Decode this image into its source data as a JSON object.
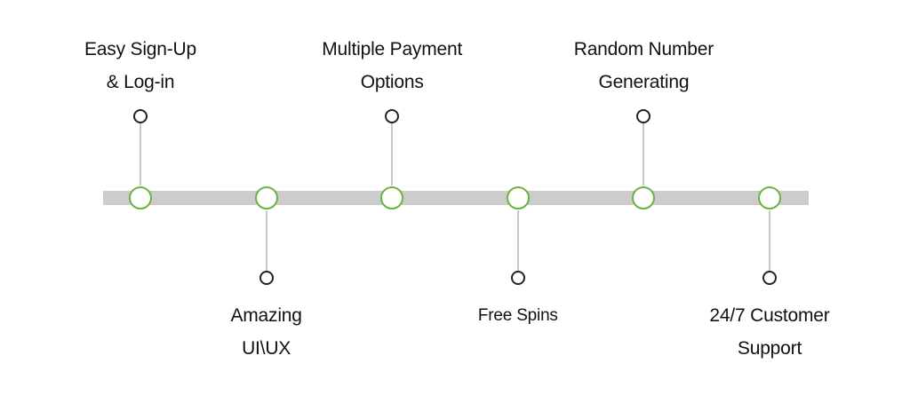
{
  "diagram": {
    "bar_color": "#cccccc",
    "stem_color": "#c8c8c8",
    "node_ring_color": "#6cb33e",
    "end_ring_color": "#222222",
    "nodes": [
      {
        "lines": [
          "Easy Sign-Up",
          "& Log-in"
        ],
        "position": "above"
      },
      {
        "lines": [
          "Amazing",
          "UI\\UX"
        ],
        "position": "below"
      },
      {
        "lines": [
          "Multiple Payment",
          "Options"
        ],
        "position": "above"
      },
      {
        "lines": [
          "Free Spins"
        ],
        "position": "below"
      },
      {
        "lines": [
          "Random Number",
          "Generating"
        ],
        "position": "above"
      },
      {
        "lines": [
          "24/7 Customer",
          "Support"
        ],
        "position": "below"
      }
    ]
  }
}
